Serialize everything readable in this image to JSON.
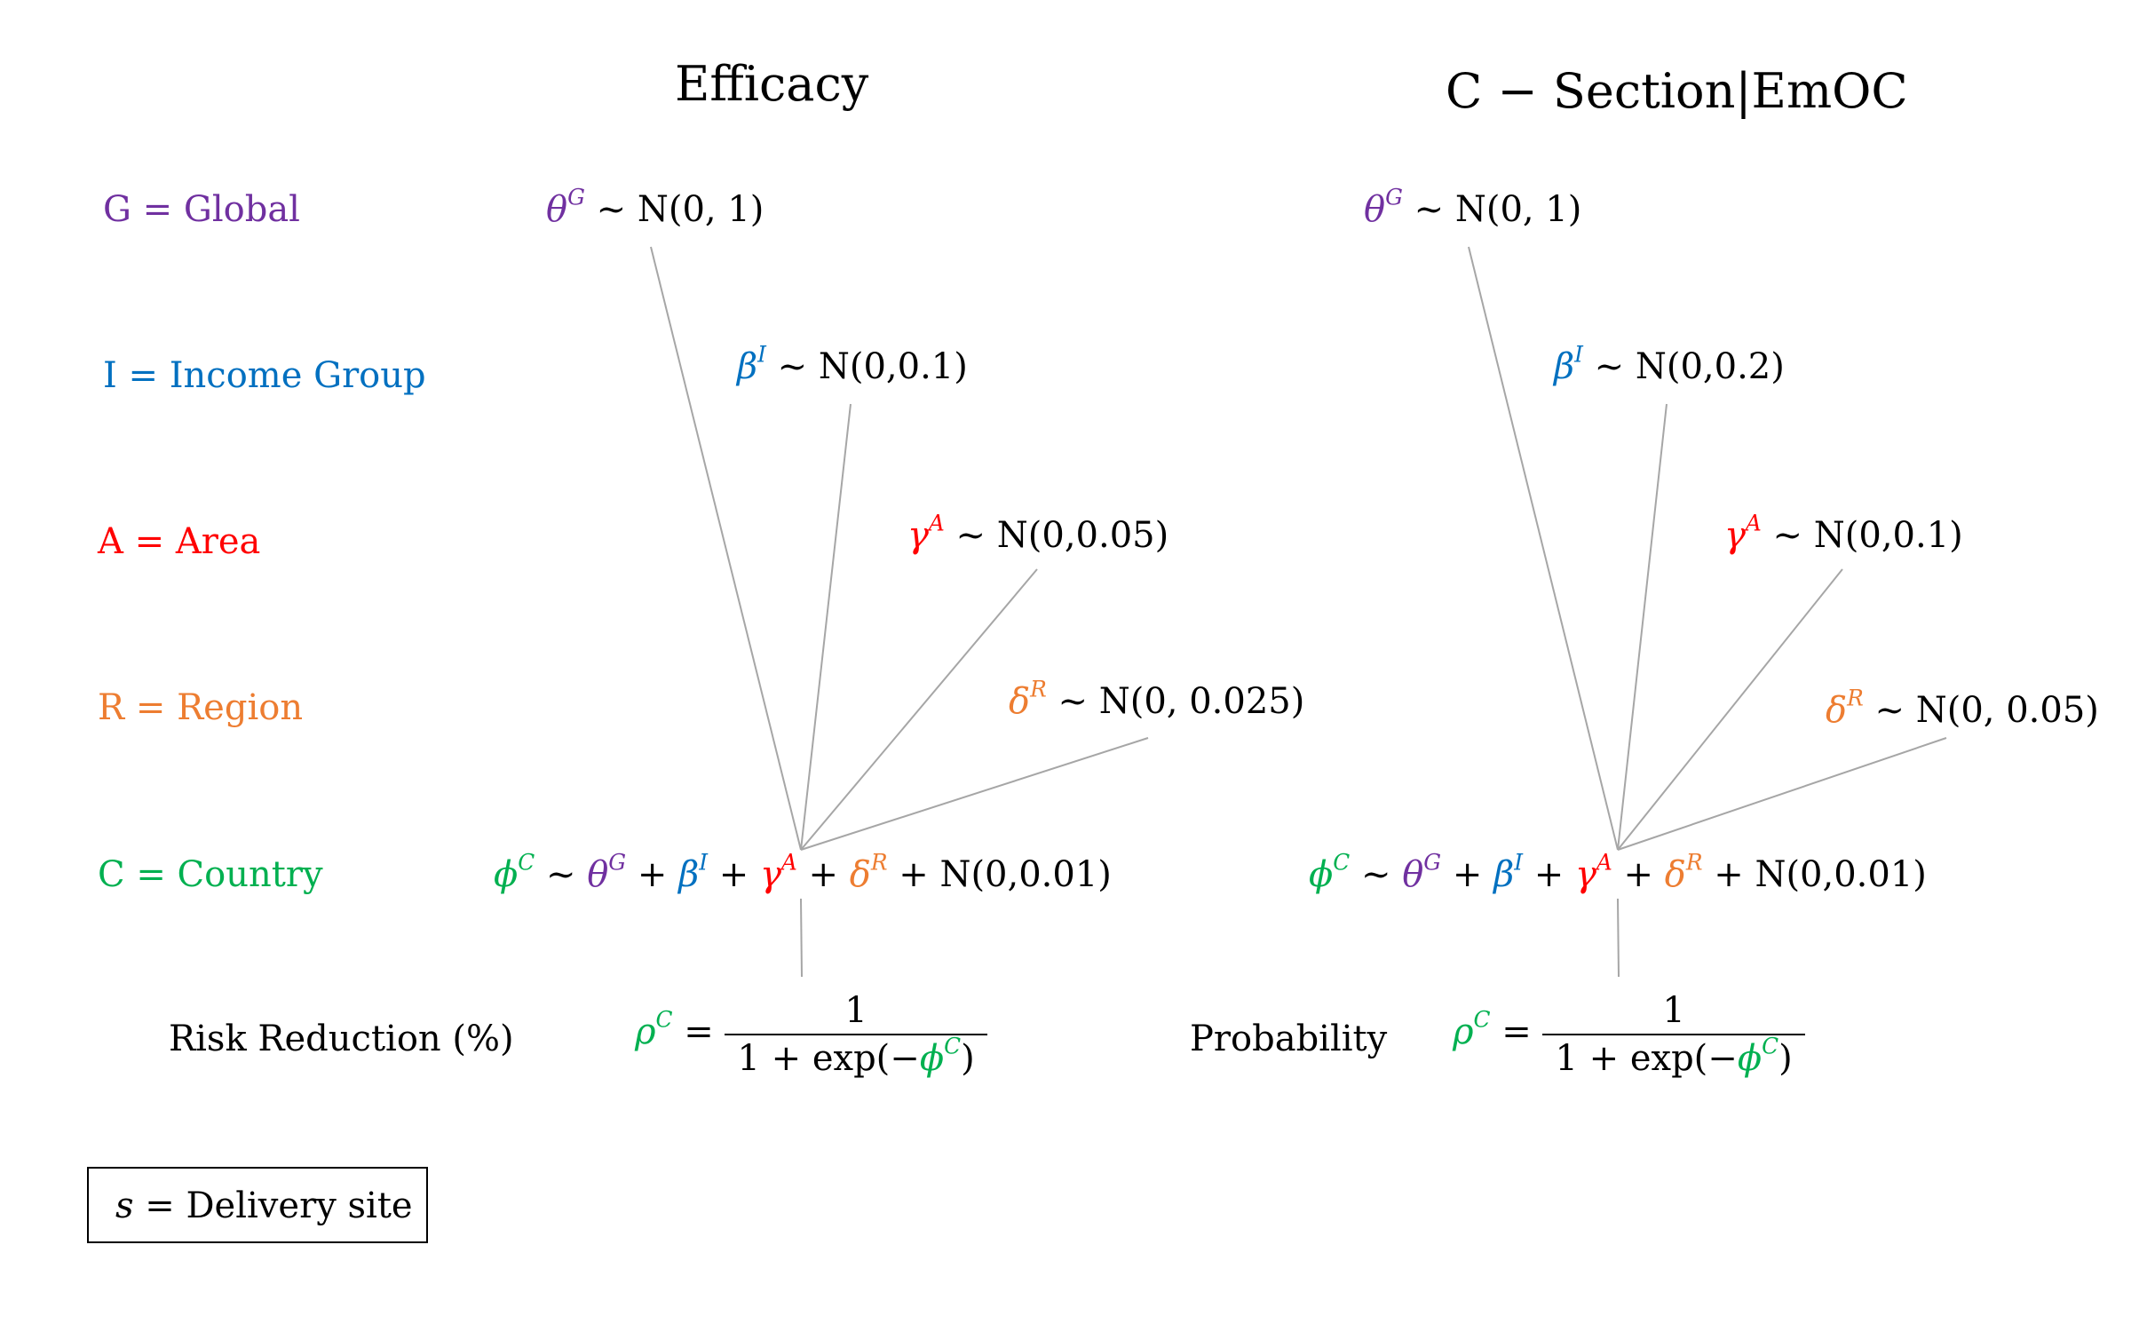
{
  "colors": {
    "global": "#7030A0",
    "income": "#0070C0",
    "area": "#FF0000",
    "region": "#ED7D31",
    "country": "#00B050",
    "text": "#000000",
    "line": "#A6A6A6"
  },
  "levels": {
    "global": "G = Global",
    "income": "I = Income Group",
    "area": "A = Area",
    "region": "R = Region",
    "country": "C = Country"
  },
  "symbols": {
    "theta": "θ",
    "beta": "β",
    "gamma": "γ",
    "delta": "δ",
    "phi": "ϕ",
    "rho": "ρ",
    "sup_G": "G",
    "sup_I": "I",
    "sup_A": "A",
    "sup_R": "R",
    "sup_C": "C",
    "tilde": " ~ ",
    "plus": " + ",
    "equals": " = "
  },
  "panels": [
    {
      "title": "Efficacy",
      "global_prior": "N(0, 1)",
      "income_prior": "N(0,0.1)",
      "area_prior": "N(0,0.05)",
      "region_prior": "N(0, 0.025)",
      "country_noise": "N(0,0.01)",
      "outcome_label": "Risk Reduction (%)",
      "fraction_numerator": "1",
      "fraction_denominator_prefix": "1 + exp(−",
      "fraction_denominator_suffix": ")"
    },
    {
      "title": "C − Section|EmOC",
      "global_prior": "N(0, 1)",
      "income_prior": "N(0,0.2)",
      "area_prior": "N(0,0.1)",
      "region_prior": "N(0, 0.05)",
      "country_noise": "N(0,0.01)",
      "outcome_label": "Probability",
      "fraction_numerator": "1",
      "fraction_denominator_prefix": "1 + exp(−",
      "fraction_denominator_suffix": ")"
    }
  ],
  "legend": {
    "symbol": "s",
    "text": " = Delivery site"
  }
}
